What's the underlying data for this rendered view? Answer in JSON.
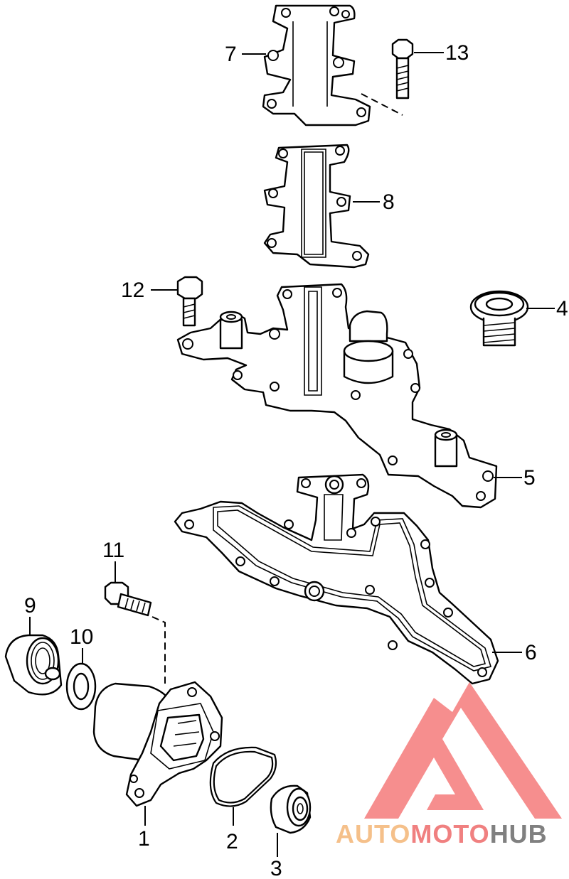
{
  "callouts": [
    "1",
    "2",
    "3",
    "4",
    "5",
    "6",
    "7",
    "8",
    "9",
    "10",
    "11",
    "12",
    "13"
  ],
  "watermark": {
    "part1": "AUTO",
    "part2": "MOTO",
    "part3": "HUB",
    "color1": "#f5c08a",
    "color2": "#f08080",
    "color3": "#808080",
    "logo_color": "#f47a7a"
  }
}
